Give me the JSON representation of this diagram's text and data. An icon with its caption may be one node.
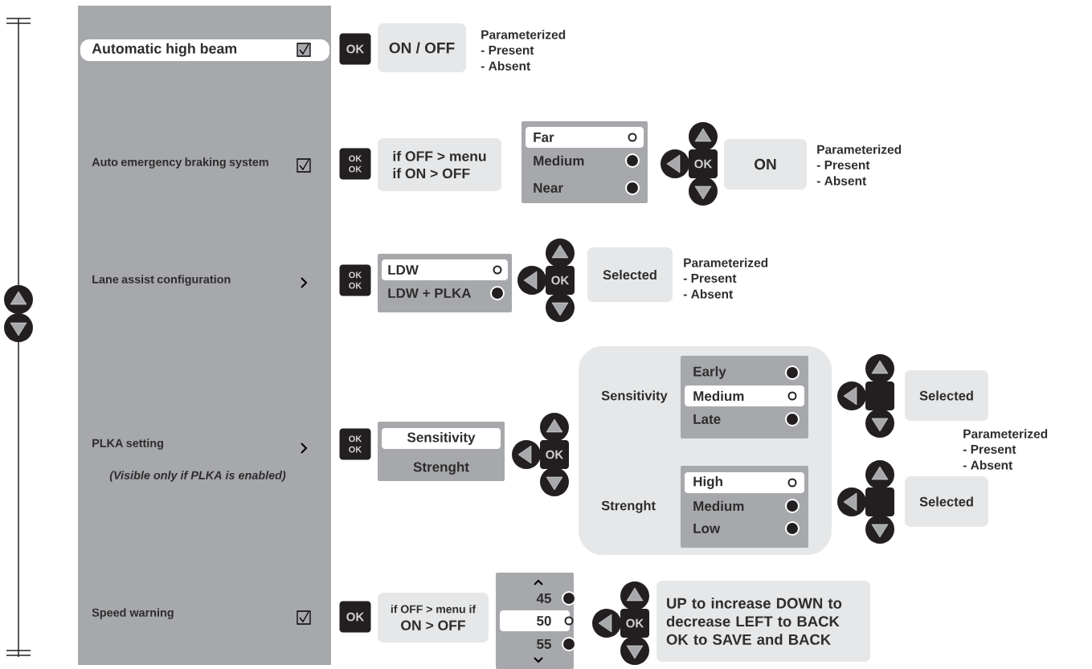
{
  "diagram": {
    "nodes": [
      {
        "text": [],
        "shape": "box"
      },
      {
        "text": [
          "Automatic high beam"
        ],
        "in": 0
      },
      {
        "text": [
          "Auto emergency braking system"
        ],
        "in": 0
      },
      {
        "text": [
          "Lane assist configuration"
        ],
        "in": 0
      },
      {
        "text": [
          "PLKA setting",
          "(Visible only if PLKA is enabled)"
        ],
        "in": 0
      },
      {
        "text": [
          "Speed warning"
        ],
        "in": 0
      },
      {
        "text": [
          "OK"
        ]
      },
      {
        "text": [
          "ON / OFF"
        ],
        "beside": [
          "Parameterized",
          "- Present",
          "- Absent"
        ]
      },
      {
        "text": [
          "OK",
          "OK"
        ]
      },
      {
        "text": [
          "if OFF > menu",
          "if ON > OFF"
        ]
      },
      {
        "text": [
          "Far",
          "Medium",
          "Near"
        ]
      },
      {
        "text": [
          "OK"
        ]
      },
      {
        "text": [
          "ON"
        ],
        "beside": [
          "Parameterized",
          "- Present",
          "- Absent"
        ]
      },
      {
        "text": [
          "OK",
          "OK"
        ]
      },
      {
        "text": [
          "LDW",
          "LDW + PLKA"
        ]
      },
      {
        "text": [
          "OK"
        ]
      },
      {
        "text": [
          "Selected"
        ],
        "beside": [
          "Parameterized",
          "- Present",
          "- Absent"
        ]
      },
      {
        "text": [
          "OK",
          "OK"
        ]
      },
      {
        "text": [
          "Sensitivity",
          "Strenght"
        ]
      },
      {
        "text": [
          "OK"
        ]
      },
      {
        "text": [
          "Sensitivity",
          "Strenght"
        ]
      },
      {
        "text": [
          "Early",
          "Medium",
          "Late"
        ],
        "in": 20
      },
      {
        "text": [
          "High",
          "Medium",
          "Low"
        ],
        "in": 20
      },
      {
        "text": [],
        "shape": "box"
      },
      {
        "text": [
          "Selected"
        ]
      },
      {
        "text": [],
        "shape": "box"
      },
      {
        "text": [
          "Selected"
        ]
      },
      {
        "text": [
          "OK"
        ]
      },
      {
        "text": [
          "if OFF > menu if",
          "ON > OFF"
        ]
      },
      {
        "text": [
          "45",
          "50",
          "55"
        ]
      },
      {
        "text": [
          "OK"
        ]
      },
      {
        "text": [
          "UP to increase DOWN to decrease LEFT to BACK OK to SAVE and BACK"
        ]
      }
    ],
    "labels": [
      "Parameterized",
      "- Present",
      "- Absent"
    ]
  }
}
